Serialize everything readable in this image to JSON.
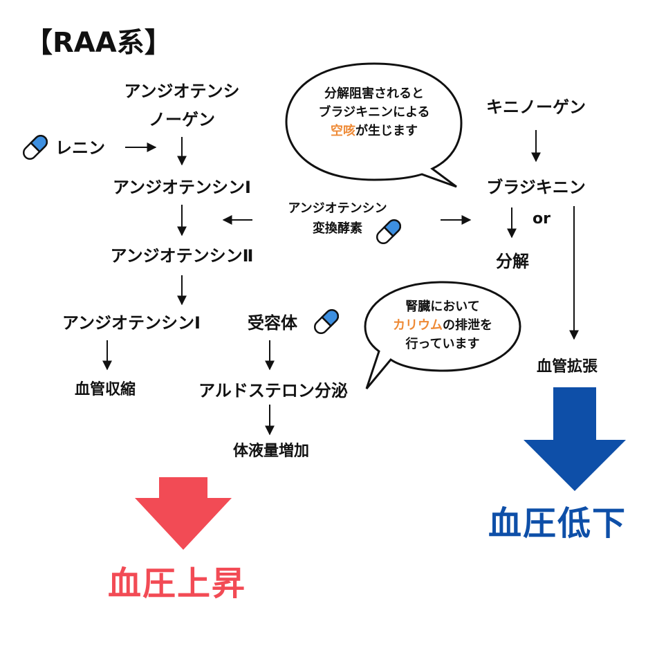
{
  "title": "【RAA系】",
  "left_chain": {
    "angiotensinogen": [
      "アンジオテンシ",
      "ノーゲン"
    ],
    "renin": "レニン",
    "angiotensin1": "アンジオテンシンⅠ",
    "angiotensin2": "アンジオテンシンⅡ",
    "receptor_line": "アンジオテンシンⅠ",
    "receptor": "受容体",
    "vasoconstriction": "血管収縮",
    "aldosterone": "アルドステロン分泌",
    "fluid_increase": "体液量増加",
    "bp_up": "血圧上昇"
  },
  "ace": {
    "line1": "アンジオテンシン",
    "line2": "変換酵素"
  },
  "right_chain": {
    "kininogen": "キニノーゲン",
    "bradykinin": "ブラジキニン",
    "or": "or",
    "decomposition": "分解",
    "vasodilation": "血管拡張",
    "bp_down": "血圧低下"
  },
  "bubble_cough": {
    "line1": "分解阻害されると",
    "line2": "ブラジキニンによる",
    "line3_highlight": "空咳",
    "line3_rest": "が生じます"
  },
  "bubble_kidney": {
    "line1": "腎臓において",
    "line2_highlight": "カリウム",
    "line2_rest": "の排泄を",
    "line3": "行っています"
  },
  "colors": {
    "text": "#111111",
    "highlight": "#ee8a36",
    "bp_up": "#f24b55",
    "bp_down": "#0e4fa8",
    "capsule_blue": "#3d8fe0"
  },
  "icons": [
    "capsule-icon",
    "capsule-icon",
    "capsule-icon"
  ]
}
